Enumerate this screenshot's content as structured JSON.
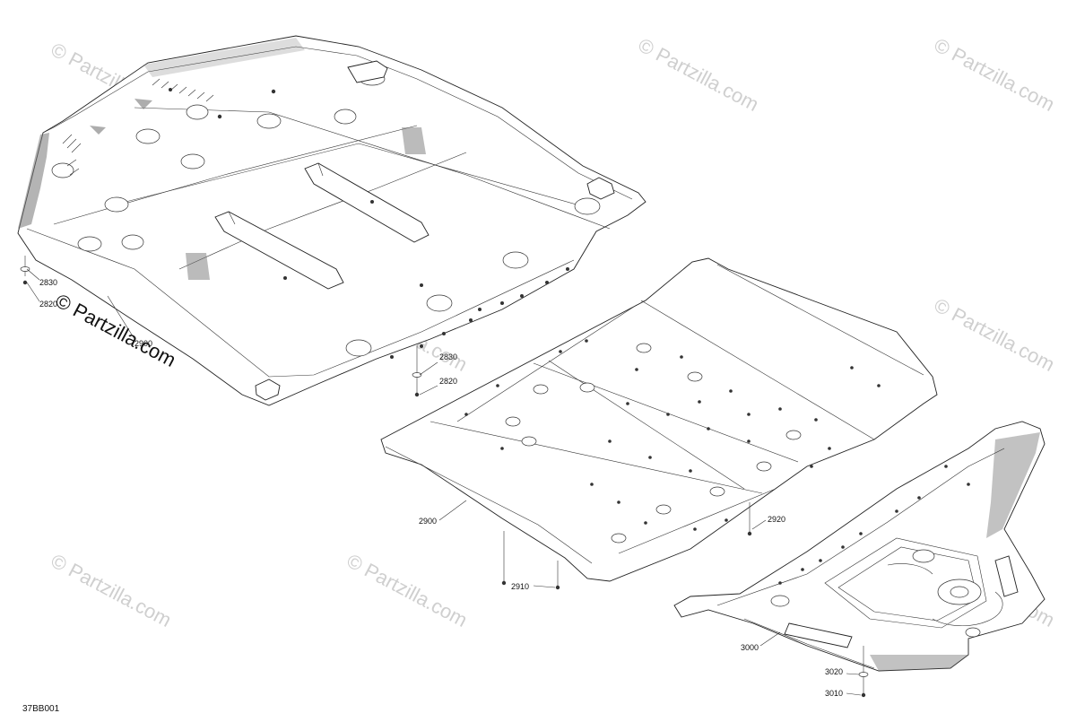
{
  "diagram_code": "37BB001",
  "watermark": {
    "brand_text": "© Partzilla.com"
  },
  "callouts": {
    "c2830_a": "2830",
    "c2820_a": "2820",
    "c2900_a": "2900",
    "c2830_b": "2830",
    "c2820_b": "2820",
    "c2900": "2900",
    "c2910": "2910",
    "c2920": "2920",
    "c3000": "3000",
    "c3020": "3020",
    "c3010": "3010"
  }
}
